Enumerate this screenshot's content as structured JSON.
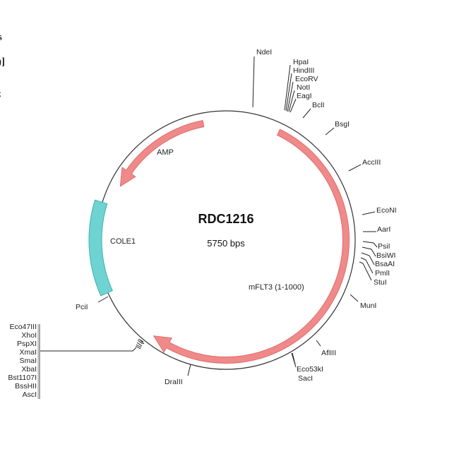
{
  "edge_fragments": [
    "s",
    ")]",
    ";"
  ],
  "plasmid": {
    "name": "RDC1216",
    "size": "5750 bps"
  },
  "colors": {
    "gene": "#e46a6a",
    "gene_fill": "#ef8a8a",
    "ori": "#6fd3d1",
    "ori_stroke": "#3bb3b1",
    "backbone": "#333333"
  },
  "features": {
    "amp": "AMP",
    "cole1": "COLE1",
    "mflt3": "mFLT3 (1-1000)"
  },
  "sites": {
    "ndei": "NdeI",
    "top_group": [
      "HpaI",
      "HindIII",
      "EcoRV",
      "NotI",
      "EagI"
    ],
    "bcli": "BclI",
    "bsgi": "BsgI",
    "acciii": "AccIII",
    "econi": "EcoNI",
    "aari": "AarI",
    "right_group": [
      "PsiI",
      "BsiWI",
      "BsaAI",
      "PmlI",
      "StuI"
    ],
    "muni": "MunI",
    "afliii": "AflIII",
    "bottom_group": [
      "Eco53kI",
      "SacI"
    ],
    "draiii": "DraIII",
    "pcii": "PciI",
    "left_group": [
      "Eco47III",
      "XhoI",
      "PspXI",
      "XmaI",
      "SmaI",
      "XbaI",
      "Bst1107I",
      "BssHII",
      "AscI"
    ]
  }
}
